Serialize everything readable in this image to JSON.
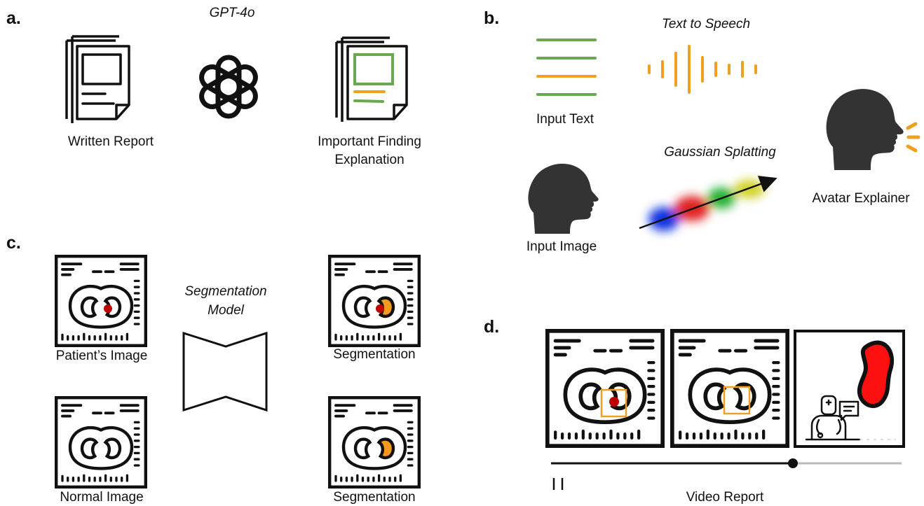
{
  "panels": {
    "a": {
      "letter": "a.",
      "model_label": "GPT-4o",
      "written_report_label": "Written Report",
      "finding_label_line1": "Important Finding",
      "finding_label_line2": "Explanation"
    },
    "b": {
      "letter": "b.",
      "tts_label": "Text to Speech",
      "input_text_label": "Input Text",
      "gaussian_label": "Gaussian Splatting",
      "input_image_label": "Input Image",
      "avatar_label": "Avatar Explainer"
    },
    "c": {
      "letter": "c.",
      "model_label_line1": "Segmentation",
      "model_label_line2": "Model",
      "patient_label": "Patient’s Image",
      "normal_label": "Normal Image",
      "seg_label_top": "Segmentation",
      "seg_label_bottom": "Segmentation"
    },
    "d": {
      "letter": "d.",
      "video_label": "Video Report",
      "playback_progress": 0.69
    }
  },
  "colors": {
    "green": "#6aa84f",
    "orange": "#f0a020",
    "red": "#c00000",
    "kidney_fill": "#f59a1e",
    "ink": "#111111",
    "head": "#333333"
  },
  "icons": [
    "document-icon",
    "openai-logo-icon",
    "document-highlighted-icon",
    "text-lines-icon",
    "soundwave-icon",
    "head-silhouette-icon",
    "gaussian-blobs-icon",
    "ct-scan-icon",
    "encoder-decoder-icon",
    "doctor-icon",
    "pause-icon"
  ]
}
